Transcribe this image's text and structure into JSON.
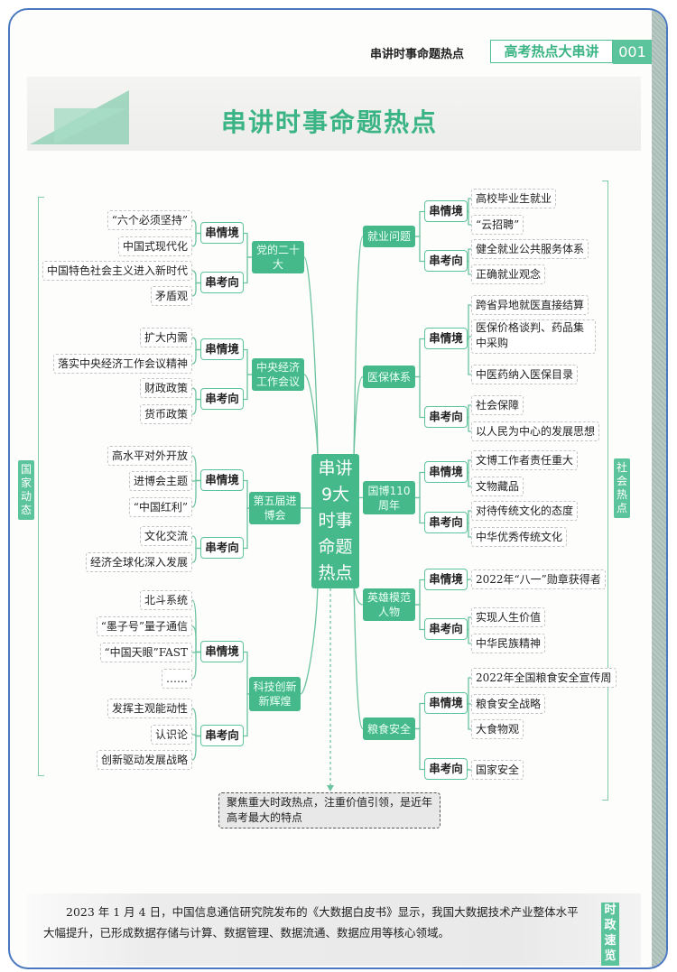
{
  "header": {
    "section": "串讲时事命题热点",
    "series": "高考热点大串讲",
    "page_number": "001"
  },
  "title": "串讲时事命题热点",
  "side_tags": {
    "left": "国家动态",
    "right": "社会热点",
    "bottom": "时政速览"
  },
  "center": [
    "串讲",
    "9大",
    "时事",
    "命题",
    "热点"
  ],
  "left_branches": [
    {
      "title": "党的二十大",
      "groups": [
        {
          "label": "串情境",
          "items": [
            "“六个必须坚持”",
            "中国式现代化"
          ]
        },
        {
          "label": "串考向",
          "items": [
            "中国特色社会主义进入新时代",
            "矛盾观"
          ]
        }
      ]
    },
    {
      "title": "中央经济工作会议",
      "groups": [
        {
          "label": "串情境",
          "items": [
            "扩大内需",
            "落实中央经济工作会议精神"
          ]
        },
        {
          "label": "串考向",
          "items": [
            "财政政策",
            "货币政策"
          ]
        }
      ]
    },
    {
      "title": "第五届进博会",
      "groups": [
        {
          "label": "串情境",
          "items": [
            "高水平对外开放",
            "进博会主题",
            "“中国红利”"
          ]
        },
        {
          "label": "串考向",
          "items": [
            "文化交流",
            "经济全球化深入发展"
          ]
        }
      ]
    },
    {
      "title": "科技创新新辉煌",
      "groups": [
        {
          "label": "串情境",
          "items": [
            "北斗系统",
            "“墨子号”量子通信",
            "“中国天眼”FAST",
            "……"
          ]
        },
        {
          "label": "串考向",
          "items": [
            "发挥主观能动性",
            "认识论",
            "创新驱动发展战略"
          ]
        }
      ]
    }
  ],
  "right_branches": [
    {
      "title": "就业问题",
      "groups": [
        {
          "label": "串情境",
          "items": [
            "高校毕业生就业",
            "“云招聘”"
          ]
        },
        {
          "label": "串考向",
          "items": [
            "健全就业公共服务体系",
            "正确就业观念"
          ]
        }
      ]
    },
    {
      "title": "医保体系",
      "groups": [
        {
          "label": "串情境",
          "items": [
            "跨省异地就医直接结算",
            "医保价格谈判、药品集中采购",
            "中医药纳入医保目录"
          ]
        },
        {
          "label": "串考向",
          "items": [
            "社会保障",
            "以人民为中心的发展思想"
          ]
        }
      ]
    },
    {
      "title": "国博110周年",
      "groups": [
        {
          "label": "串情境",
          "items": [
            "文博工作者责任重大",
            "文物藏品"
          ]
        },
        {
          "label": "串考向",
          "items": [
            "对待传统文化的态度",
            "中华优秀传统文化"
          ]
        }
      ]
    },
    {
      "title": "英雄模范人物",
      "groups": [
        {
          "label": "串情境",
          "items": [
            "2022年“八一”勋章获得者"
          ]
        },
        {
          "label": "串考向",
          "items": [
            "实现人生价值",
            "中华民族精神"
          ]
        }
      ]
    },
    {
      "title": "粮食安全",
      "groups": [
        {
          "label": "串情境",
          "items": [
            "2022年全国粮食安全宣传周",
            "粮食安全战略",
            "大食物观"
          ]
        },
        {
          "label": "串考向",
          "items": [
            "国家安全"
          ]
        }
      ]
    }
  ],
  "callout": "聚焦重大时政热点，注重价值引领，是近年高考最大的特点",
  "footer_note": "2023 年 1 月 4 日，中国信息通信研究院发布的《大数据白皮书》显示，我国大数据技术产业整体水平大幅提升，已形成数据存储与计算、数据管理、数据流通、数据应用等核心领域。",
  "colors": {
    "accent": "#45b98a",
    "frame": "#4a78c0"
  }
}
